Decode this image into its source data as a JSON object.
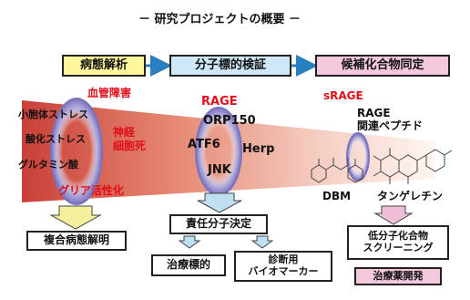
{
  "title": "－ 研究プロジェクトの概要 －",
  "stages": [
    "病態解析",
    "分子標的検証",
    "候補化合物同定"
  ],
  "left_column": {
    "factors": [
      "小胞体ストレス",
      "酸化ストレス",
      "グルタミン酸"
    ],
    "red_labels": [
      "血管障害",
      "神経\n細胞死",
      "グリア活性化"
    ]
  },
  "middle_column": {
    "red_label": "RAGE",
    "molecules": [
      "ORP150",
      "ATF6",
      "Herp",
      "JNK"
    ]
  },
  "right_column": {
    "red_label": "sRAGE",
    "peptide_label": "RAGE\n関連ペプチド",
    "compounds": [
      "DBM",
      "タンゲレチン"
    ]
  },
  "outcomes": {
    "left_box": "複合病態解明",
    "middle_box": "責任分子決定",
    "target_box": "治療標的",
    "marker_box": "診断用\nバイオマーカー",
    "screen_box": "低分子化合物\nスクリーニング",
    "drug_box": "治療薬開発"
  },
  "colors": {
    "stage_fill_1": "#fff79a",
    "stage_fill_2": "#cfe8f7",
    "stage_fill_3": "#f3c8dd",
    "red_text": "#e0101a",
    "cone_red": "#d9372e",
    "ring_purple": "#8f88c8",
    "down_arrow_yellow": "#f4ef9a",
    "down_arrow_blue": "#bfe0f2",
    "down_arrow_pink": "#eebfd6"
  }
}
